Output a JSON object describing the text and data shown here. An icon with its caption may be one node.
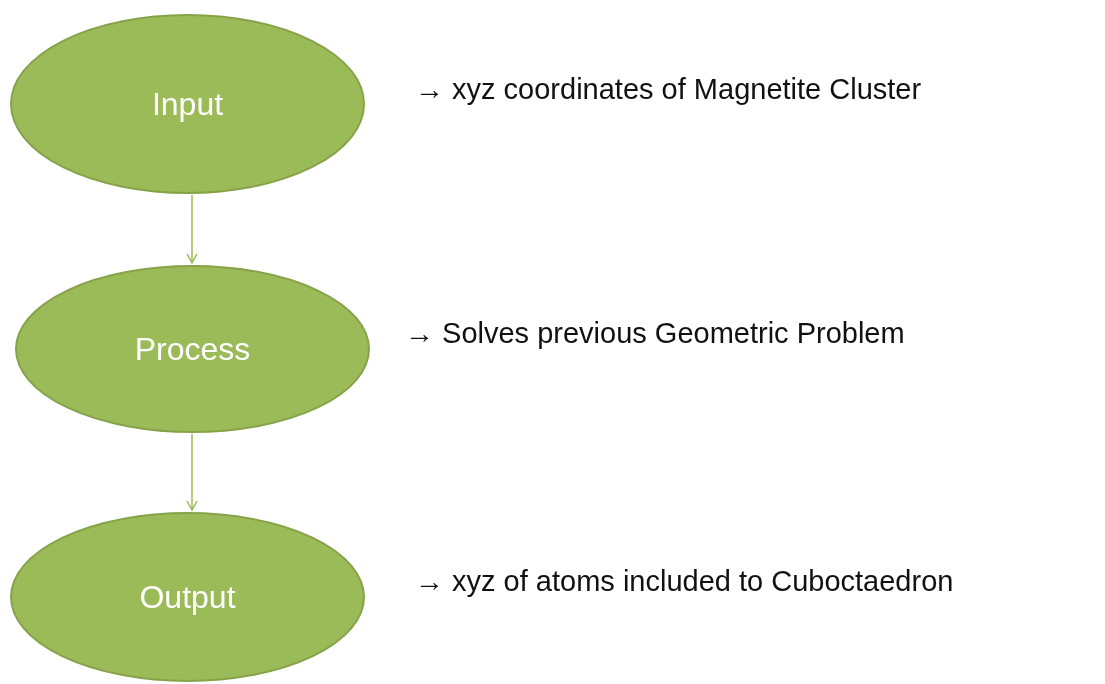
{
  "diagram": {
    "nodes": [
      {
        "text": [
          "Input"
        ],
        "beside": [
          "→ xyz coordinates of Magnetite Cluster"
        ]
      },
      {
        "text": [
          "Process"
        ],
        "beside": [
          "→ Solves previous Geometric Problem"
        ]
      },
      {
        "text": [
          "Output"
        ],
        "beside": [
          "→ xyz of atoms included to Cuboctaedron"
        ]
      }
    ],
    "edges": [
      {
        "from": 0,
        "to": 1,
        "arrow": "to"
      },
      {
        "from": 1,
        "to": 2,
        "arrow": "to"
      }
    ]
  }
}
